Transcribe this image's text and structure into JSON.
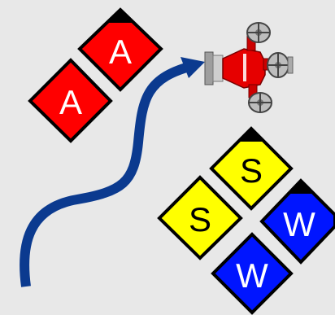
{
  "colors": {
    "background": "#e8e8e8",
    "arrow": "#0b3a8f",
    "red_tile": "#ff0000",
    "yellow_tile": "#ffff00",
    "blue_tile": "#0015ff",
    "tile_border": "#000000",
    "red_text": "#ffffff",
    "yellow_text": "#000000",
    "blue_text": "#ffffff",
    "connector": "#e60000",
    "wheel": "#bdbdbd"
  },
  "tiles": {
    "red_top": {
      "label": "A",
      "notch": true
    },
    "red_bottom": {
      "label": "A",
      "notch": false
    },
    "yellow_top": {
      "label": "S",
      "notch": true
    },
    "yellow_left": {
      "label": "S",
      "notch": false
    },
    "blue_right": {
      "label": "W",
      "notch": true
    },
    "blue_bottom": {
      "label": "W",
      "notch": false
    }
  },
  "icons": {
    "arrow": "curved-path-arrow-icon",
    "fitting": "red-pipe-fitting-with-valves-icon"
  }
}
